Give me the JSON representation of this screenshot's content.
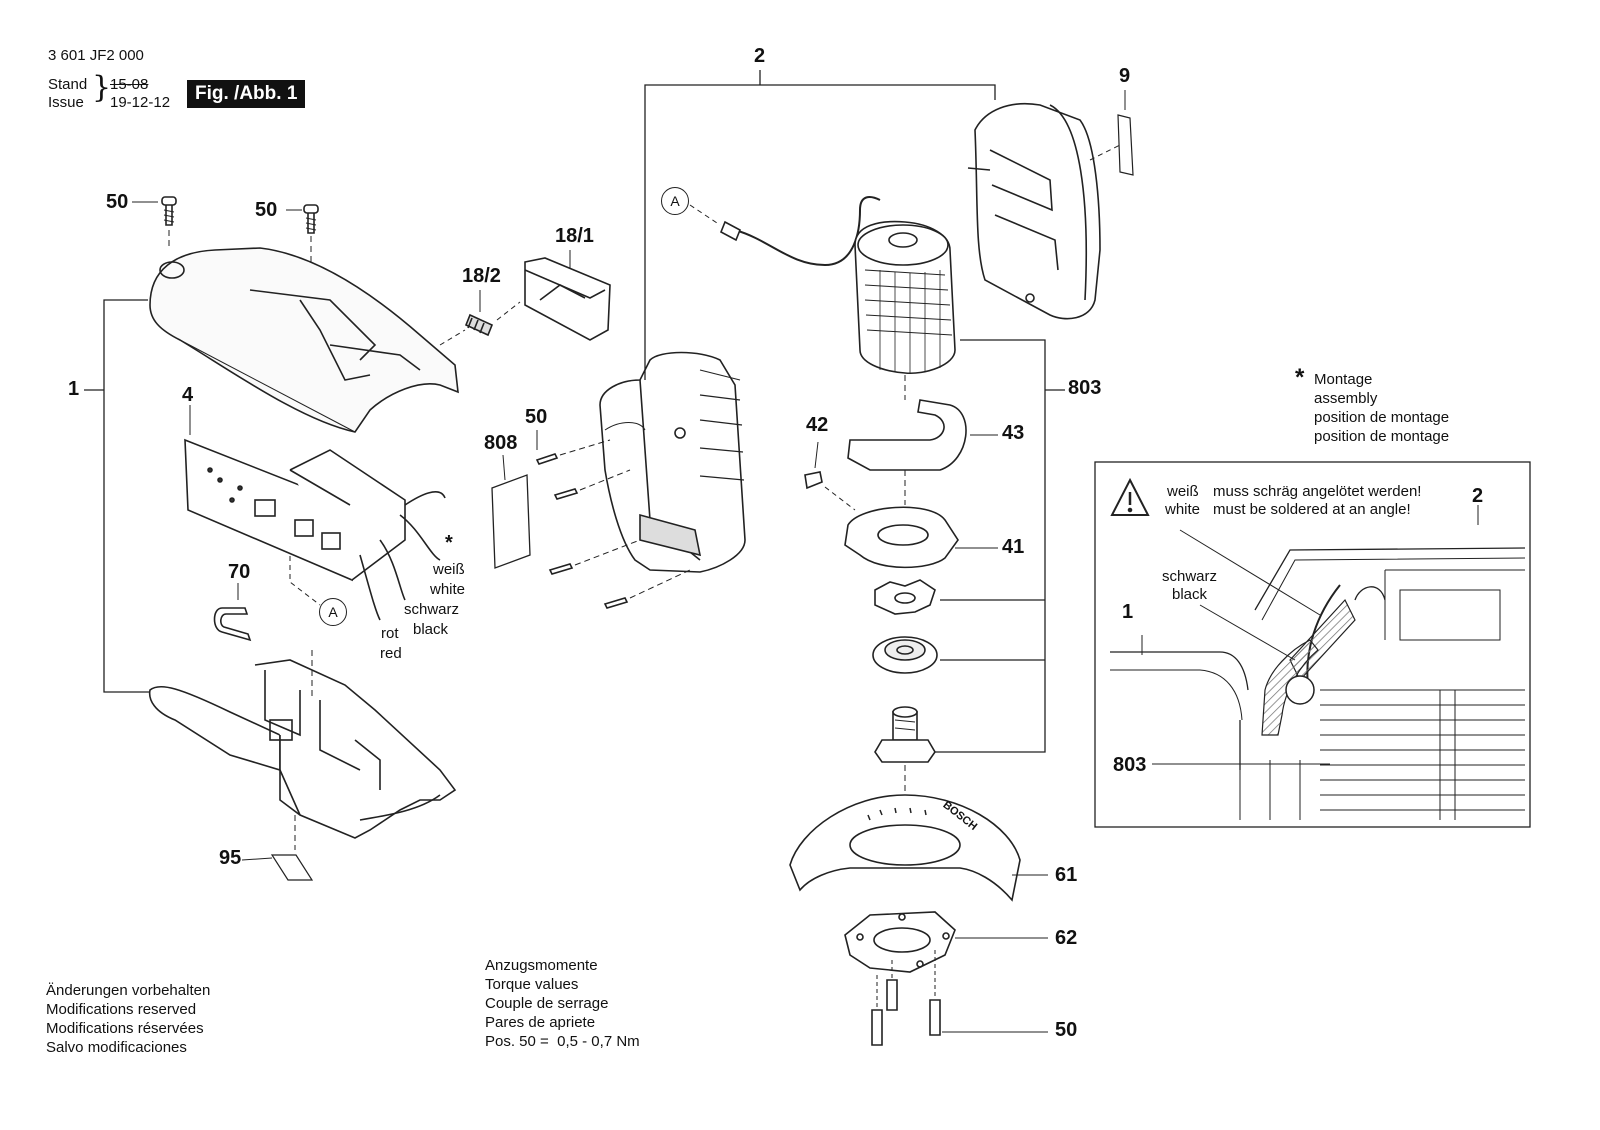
{
  "header": {
    "part_number": "3 601 JF2 000",
    "stand_label": "Stand",
    "issue_label": "Issue",
    "stand_date": "15-08",
    "issue_date": "19-12-12",
    "figure_label": "Fig. /Abb. 1"
  },
  "callouts": {
    "screw_50_a": "50",
    "screw_50_b": "50",
    "screw_50_c": "50",
    "screw_50_d": "50",
    "housing_1": "1",
    "pcb_4": "4",
    "clip_70": "70",
    "label_95": "95",
    "switch_18_1": "18/1",
    "spring_18_2": "18/2",
    "label_808": "808",
    "assembly_2": "2",
    "label_9": "9",
    "armature_803": "803",
    "part_42": "42",
    "part_43": "43",
    "part_41": "41",
    "guard_61": "61",
    "plate_62": "62",
    "connector_a_1": "A",
    "connector_a_2": "A"
  },
  "wires": {
    "weiss": "weiß",
    "white": "white",
    "schwarz": "schwarz",
    "black": "black",
    "rot": "rot",
    "red": "red",
    "asterisk": "*"
  },
  "assembly_note": {
    "asterisk": "*",
    "lines": [
      "Montage",
      "assembly",
      "position de montage",
      "position de montage"
    ]
  },
  "inset": {
    "warn_de_color": "weiß",
    "warn_en_color": "white",
    "warn_de": "muss schräg angelötet werden!",
    "warn_en": "must be soldered at an angle!",
    "schwarz": "schwarz",
    "black": "black",
    "label_1": "1",
    "label_2": "2",
    "label_803": "803"
  },
  "modifications": [
    "Änderungen vorbehalten",
    "Modifications reserved",
    "Modifications réservées",
    "Salvo modificaciones"
  ],
  "torque": {
    "lines": [
      "Anzugsmomente",
      "Torque values",
      "Couple de serrage",
      "Pares de apriete"
    ],
    "spec": "Pos. 50 =  0,5 - 0,7 Nm"
  },
  "brand_mark": "BOSCH"
}
